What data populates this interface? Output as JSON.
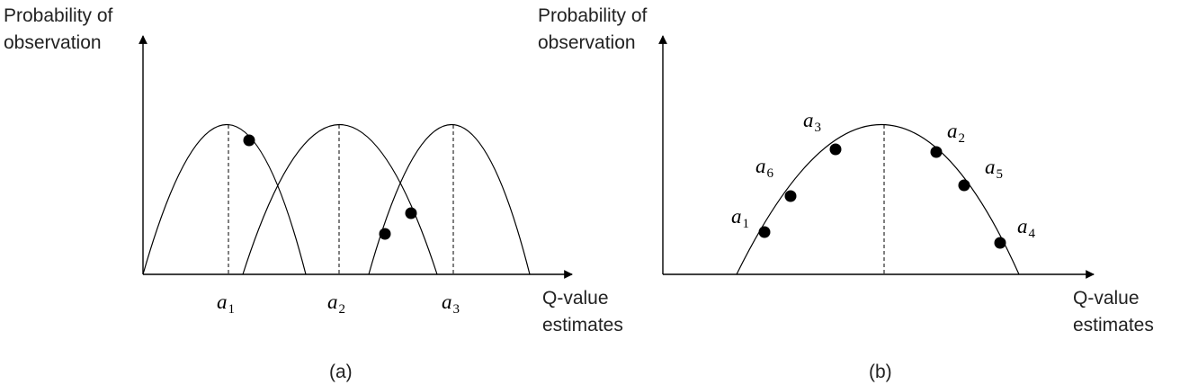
{
  "panel_a": {
    "y_label_line1": "Probability of",
    "y_label_line2": "observation",
    "x_label_line1": "Q-value",
    "x_label_line2": "estimates",
    "caption": "(a)",
    "ticks": [
      {
        "sym": "a",
        "sub": "1"
      },
      {
        "sym": "a",
        "sub": "2"
      },
      {
        "sym": "a",
        "sub": "3"
      }
    ]
  },
  "panel_b": {
    "y_label_line1": "Probability of",
    "y_label_line2": "observation",
    "x_label_line1": "Q-value",
    "x_label_line2": "estimates",
    "caption": "(b)",
    "points": [
      {
        "sym": "a",
        "sub": "1"
      },
      {
        "sym": "a",
        "sub": "6"
      },
      {
        "sym": "a",
        "sub": "3"
      },
      {
        "sym": "a",
        "sub": "2"
      },
      {
        "sym": "a",
        "sub": "5"
      },
      {
        "sym": "a",
        "sub": "4"
      }
    ]
  }
}
